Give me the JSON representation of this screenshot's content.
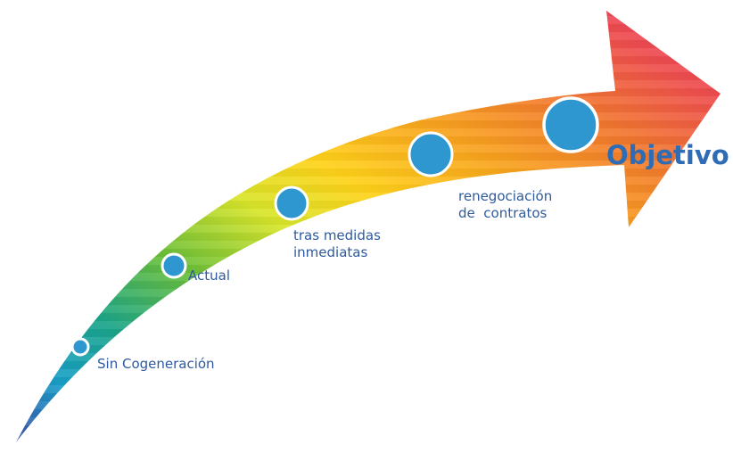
{
  "stages": [
    {
      "id": "sin-cogeneracion",
      "label": "Sin Cogeneración"
    },
    {
      "id": "actual",
      "label": "Actual"
    },
    {
      "id": "tras-medidas",
      "label": "tras medidas\ninmediatas"
    },
    {
      "id": "renegociacion",
      "label": "renegociación\nde  contratos"
    },
    {
      "id": "objetivo",
      "label": "Objetivo"
    }
  ],
  "colors": {
    "marker_fill": "#2f97cf",
    "marker_stroke": "#ffffff",
    "label_text": "#2f5a9e",
    "goal_text": "#2e6db5",
    "arrow_gradient": [
      "#3b4fa8",
      "#1a9fc8",
      "#1ba58a",
      "#6bbf3a",
      "#d8e52a",
      "#ffd21a",
      "#f9a51e",
      "#f27a2e",
      "#ee4c4f",
      "#e8367c"
    ]
  }
}
